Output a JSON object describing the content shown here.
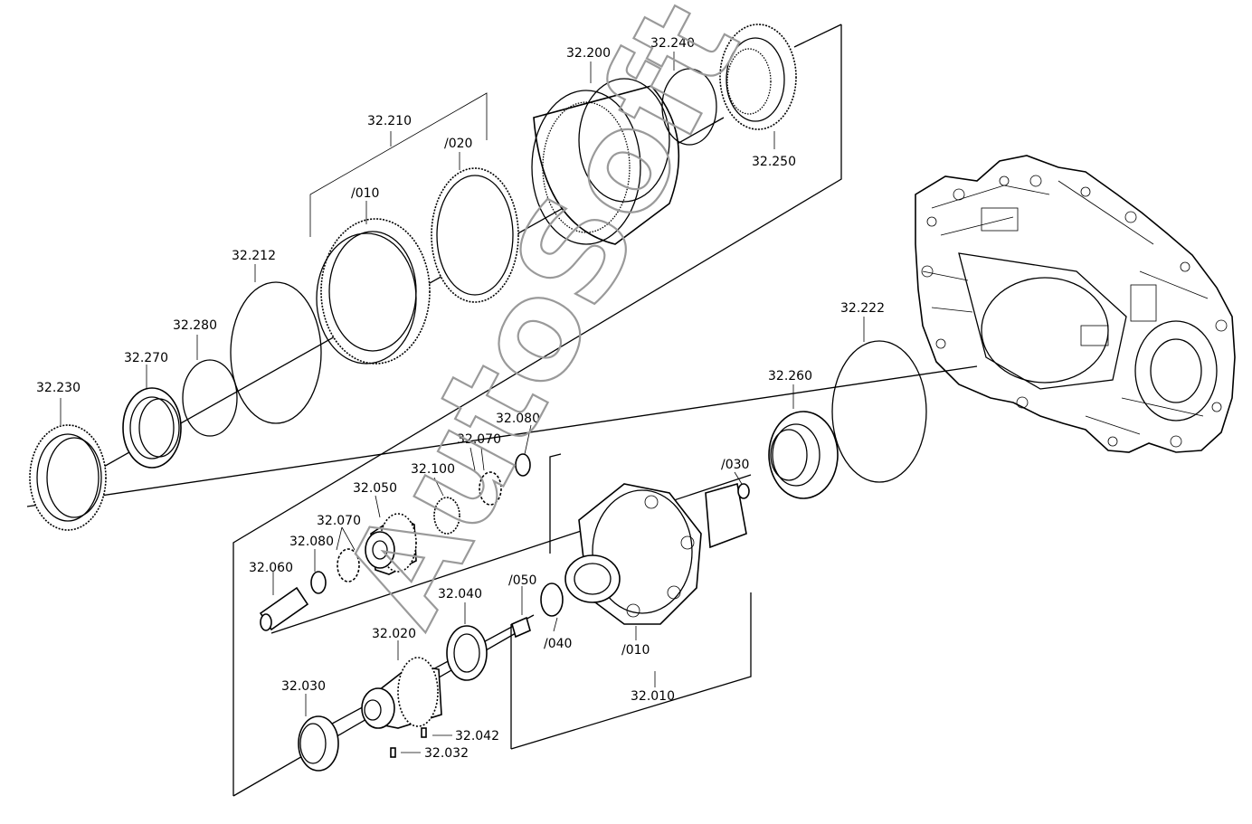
{
  "watermark": "AutoSoft",
  "labels": {
    "l32230": "32.230",
    "l32270": "32.270",
    "l32280": "32.280",
    "l32212": "32.212",
    "l32210": "32.210",
    "l010a": "/010",
    "l020": "/020",
    "l32200": "32.200",
    "l32240": "32.240",
    "l32250": "32.250",
    "l32222": "32.222",
    "l32260": "32.260",
    "l030": "/030",
    "l32080a": "32.080",
    "l32070a": "32.070",
    "l32100": "32.100",
    "l32050": "32.050",
    "l32070b": "32.070",
    "l32080b": "32.080",
    "l32060": "32.060",
    "l32040": "32.040",
    "l050": "/050",
    "l040": "/040",
    "l010b": "/010",
    "l32010": "32.010",
    "l32020": "32.020",
    "l32030": "32.030",
    "l32042": "32.042",
    "l32032": "32.032"
  }
}
